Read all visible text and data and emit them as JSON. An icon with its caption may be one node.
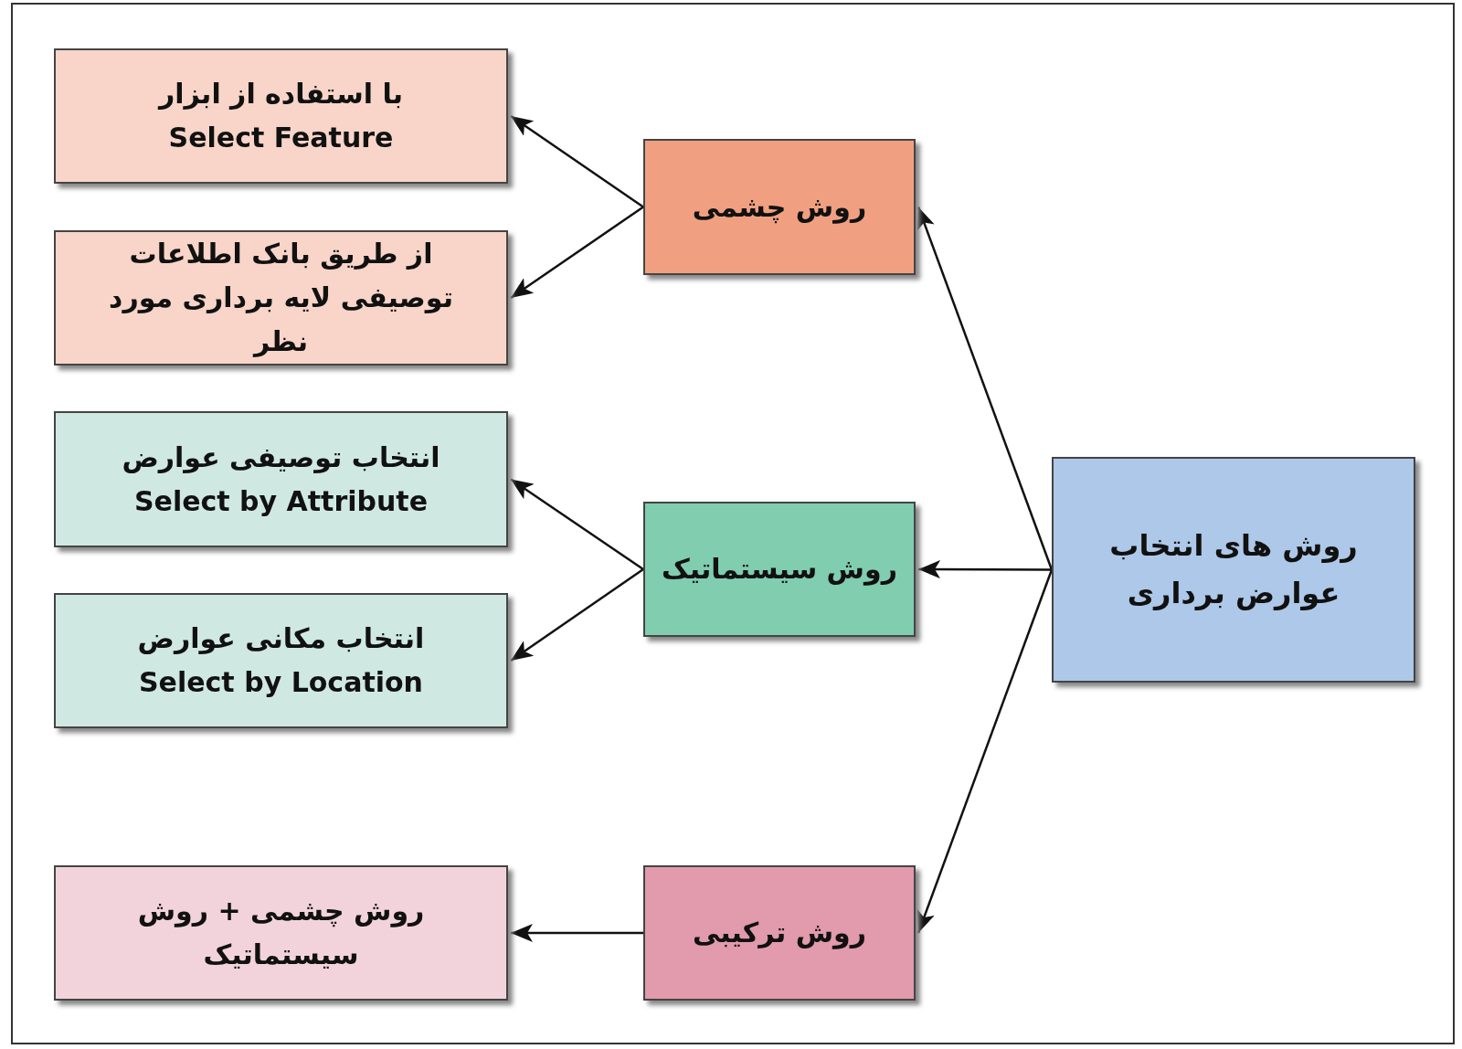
{
  "diagram": {
    "nodes": [
      {
        "text": [
          "روش های انتخاب عوارض برداری"
        ]
      },
      {
        "text": [
          "روش چشمی"
        ]
      },
      {
        "text": [
          "روش سیستماتیک"
        ]
      },
      {
        "text": [
          "روش ترکیبی"
        ]
      },
      {
        "text": [
          "با استفاده از ابزار",
          "Select Feature"
        ]
      },
      {
        "text": [
          "از طریق بانک اطلاعات توصیفی لایه برداری مورد نظر"
        ]
      },
      {
        "text": [
          "انتخاب توصیفی عوارض",
          "Select by Attribute"
        ]
      },
      {
        "text": [
          "انتخاب مکانی عوارض",
          "Select by Location"
        ]
      },
      {
        "text": [
          "روش چشمی + روش سیستماتیک"
        ]
      }
    ],
    "edges": [
      {
        "from": 0,
        "to": 1,
        "arrow": "to"
      },
      {
        "from": 0,
        "to": 2,
        "arrow": "to"
      },
      {
        "from": 0,
        "to": 3,
        "arrow": "to"
      },
      {
        "from": 1,
        "to": 4,
        "arrow": "to"
      },
      {
        "from": 1,
        "to": 5,
        "arrow": "to"
      },
      {
        "from": 2,
        "to": 6,
        "arrow": "to"
      },
      {
        "from": 2,
        "to": 7,
        "arrow": "to"
      },
      {
        "from": 3,
        "to": 8,
        "arrow": "to"
      }
    ]
  }
}
